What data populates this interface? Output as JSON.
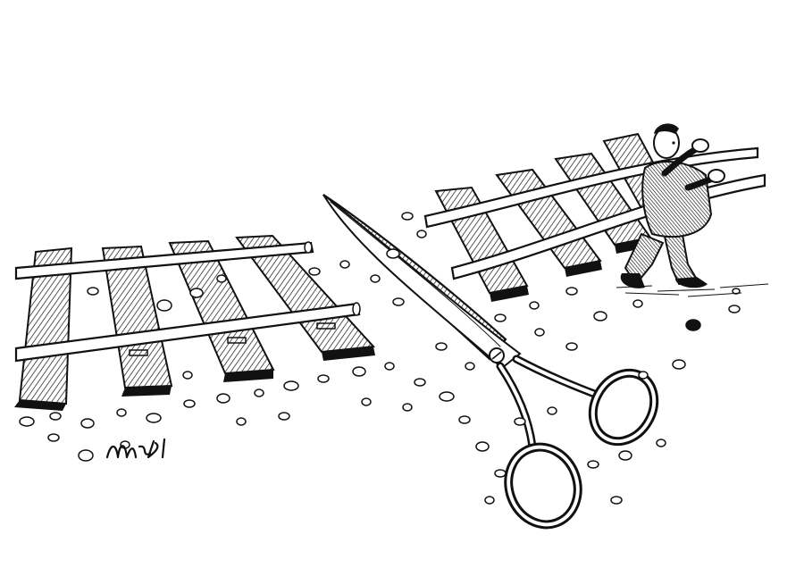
{
  "artwork": {
    "background_color": "#ffffff",
    "ink_color": "#111111",
    "signature_text": "Mzdi",
    "elements": [
      "left-railway-track",
      "right-railway-track",
      "scissors",
      "man-carrying-rails",
      "gravel-stones"
    ]
  }
}
